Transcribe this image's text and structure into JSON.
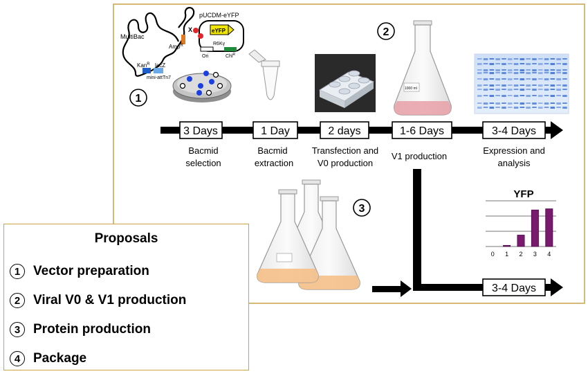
{
  "plasmids": {
    "multibac": "MultiBac",
    "pucdm": "pUCDM-eYFP",
    "ampr": "Amp",
    "ampr_sup": "R",
    "kanr": "Kan",
    "kanr_sup": "R",
    "lacz": "lacZ",
    "mini_attn7": "mini-attTn7",
    "x_mark": "X",
    "eyfp": "eYFP",
    "ori": "Ori",
    "r6k": "R6Kγ",
    "chlr": "Chl",
    "chlr_sup": "R"
  },
  "badges": {
    "b1": "1",
    "b2": "2",
    "b3": "3"
  },
  "flask_volume": "1000 ml",
  "timeline": {
    "steps": [
      {
        "days": "3 Days",
        "desc1": "Bacmid",
        "desc2": "selection"
      },
      {
        "days": "1 Day",
        "desc1": "Bacmid",
        "desc2": "extraction"
      },
      {
        "days": "2 days",
        "desc1": "Transfection and",
        "desc2": "V0 production"
      },
      {
        "days": "1-6 Days",
        "desc1": "V1 production",
        "desc2": ""
      },
      {
        "days": "3-4 Days",
        "desc1": "Expression and",
        "desc2": "analysis"
      }
    ],
    "branch_days": "3-4 Days"
  },
  "chart_data": {
    "type": "bar",
    "title": "YFP",
    "categories": [
      "0",
      "1",
      "2",
      "3",
      "4"
    ],
    "values": [
      0,
      0.1,
      1,
      3.2,
      3.3
    ],
    "ylim": [
      0,
      4
    ],
    "xlabel": "",
    "ylabel": "",
    "grid": true,
    "colors": {
      "bar": "#7a1a6e",
      "bar_dark": "#4a0a45"
    }
  },
  "proposals": {
    "title": "Proposals",
    "items": [
      {
        "num": "1",
        "text": "Vector preparation"
      },
      {
        "num": "2",
        "text": "Viral V0 & V1 production"
      },
      {
        "num": "3",
        "text": "Protein production"
      },
      {
        "num": "4",
        "text": "Package"
      }
    ]
  },
  "colors": {
    "frame_border": "#c9a24a",
    "arrow": "#000000",
    "gel_blue": "#3a6fd6",
    "medium_pink": "#e8a0a8",
    "medium_orange": "#f5c08a",
    "dot_blue": "#1b3fe0",
    "eyfp_yellow": "#f2e600"
  }
}
